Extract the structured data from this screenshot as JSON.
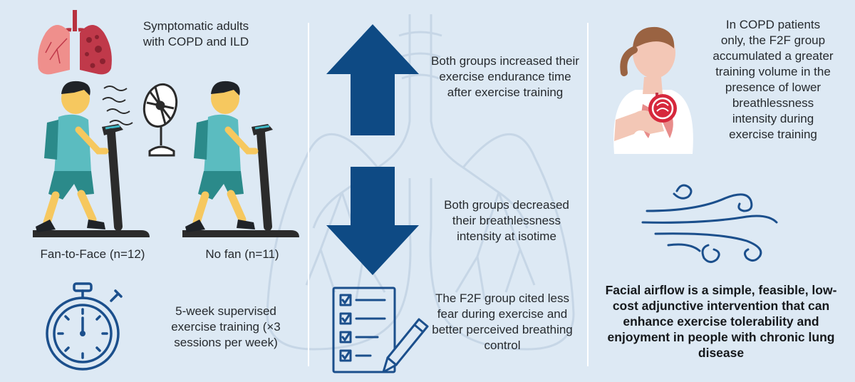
{
  "left_panel": {
    "population": "Symptomatic adults with COPD and ILD",
    "fan_group": "Fan-to-Face (n=12)",
    "nofan_group": "No fan (n=11)",
    "training": "5-week supervised exercise training (×3 sessions per week)"
  },
  "middle_panel": {
    "endurance": "Both groups increased their exercise endurance time after exercise training",
    "breathlessness": "Both groups decreased their breathlessness intensity at isotime",
    "fear": "The F2F group cited less fear during exercise and better perceived breathing control"
  },
  "right_panel": {
    "copd": "In COPD patients only, the F2F group accumulated a greater training volume in the presence of lower breathlessness intensity during exercise training",
    "conclusion": "Facial airflow is a simple, feasible, low-cost adjunctive intervention that can enhance exercise tolerability and enjoyment in people with chronic lung disease"
  },
  "colors": {
    "background": "#dde9f4",
    "arrow": "#0e4a84",
    "icon_outline": "#1b4f8c",
    "shirt": "#5bbcc0",
    "shorts": "#2b8a8a",
    "skin": "#f6c85f",
    "lung": "#c0394a"
  },
  "icons": [
    "lungs-icon",
    "runner-icon",
    "treadmill-icon",
    "fan-icon",
    "stopwatch-icon",
    "arrow-up-icon",
    "arrow-down-icon",
    "checklist-icon",
    "pencil-icon",
    "patient-icon",
    "wind-icon",
    "background-lungs-icon"
  ]
}
